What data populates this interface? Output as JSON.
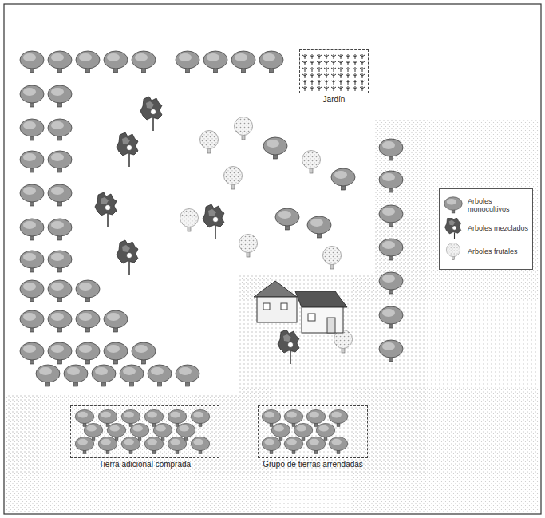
{
  "diagram": {
    "nodes": [
      {
        "text": [
          "Jardín"
        ]
      },
      {
        "text": [
          "Tierra adicional comprada"
        ]
      },
      {
        "text": [
          "Grupo de tierras arrendadas"
        ]
      }
    ],
    "legend": [
      {
        "text": "Arboles monocultivos"
      },
      {
        "text": "Arboles mezclados"
      },
      {
        "text": "Arboles frutales"
      }
    ]
  }
}
